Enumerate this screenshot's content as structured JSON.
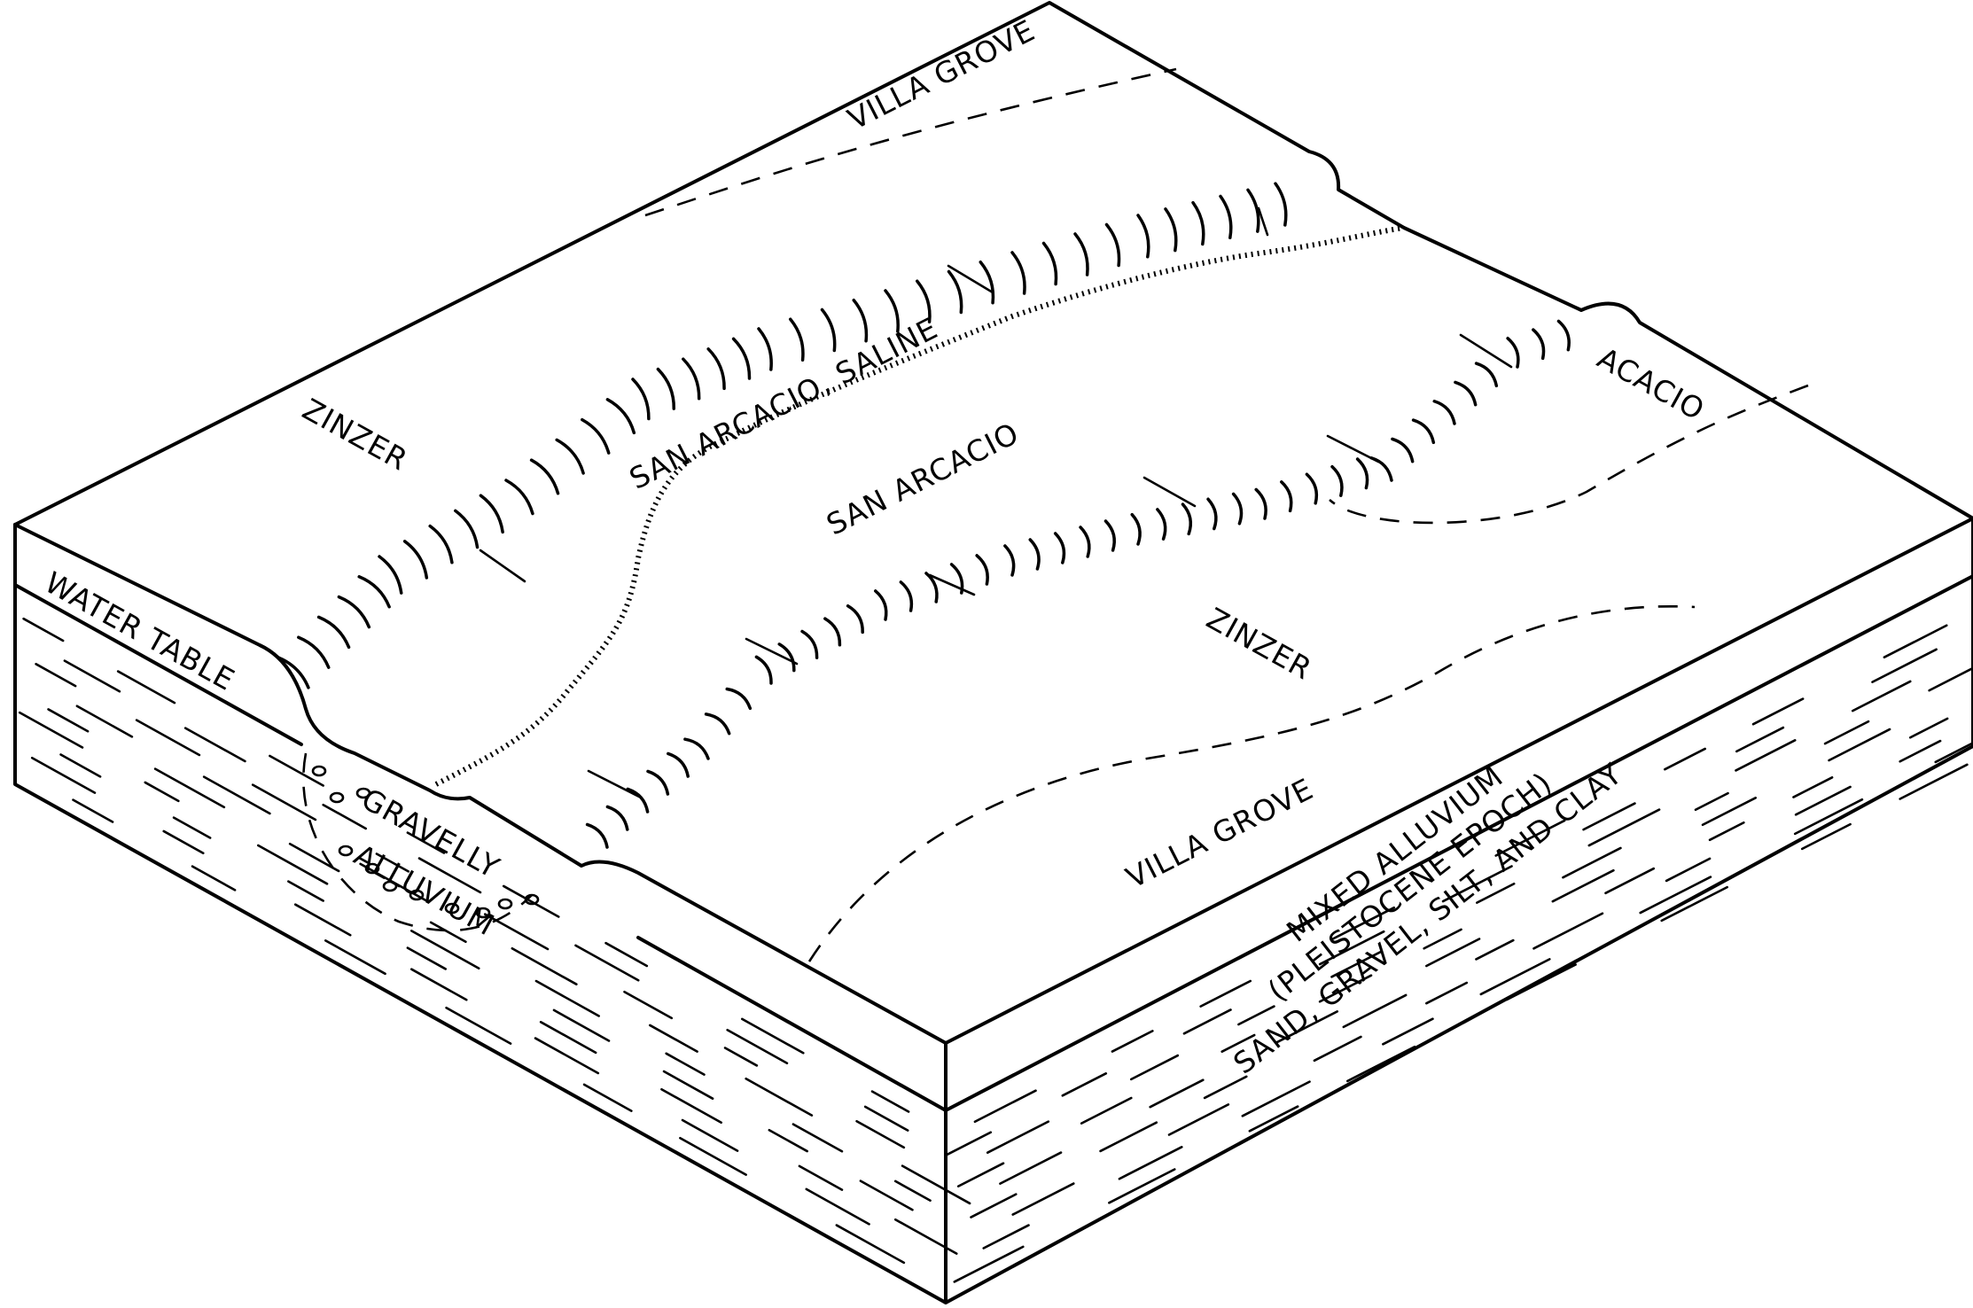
{
  "labels": {
    "villa_grove_top": "VILLA GROVE",
    "zinzer_left": "ZINZER",
    "san_arcacio_saline": "SAN ARCACIO, SALINE",
    "san_arcacio": "SAN ARCACIO",
    "acacio": "ACACIO",
    "zinzer_right": "ZINZER",
    "villa_grove_bottom": "VILLA GROVE",
    "water_table": "WATER TABLE",
    "gravelly": "GRAVELLY",
    "alluvium": "ALLUVIUM",
    "mixed_line1": "MIXED ALLUVIUM",
    "mixed_line2": "(PLEISTOCENE EPOCH)",
    "mixed_line3": "SAND, GRAVEL, SILT, AND CLAY"
  },
  "colors": {
    "ink": "#000000",
    "paper": "#ffffff"
  }
}
